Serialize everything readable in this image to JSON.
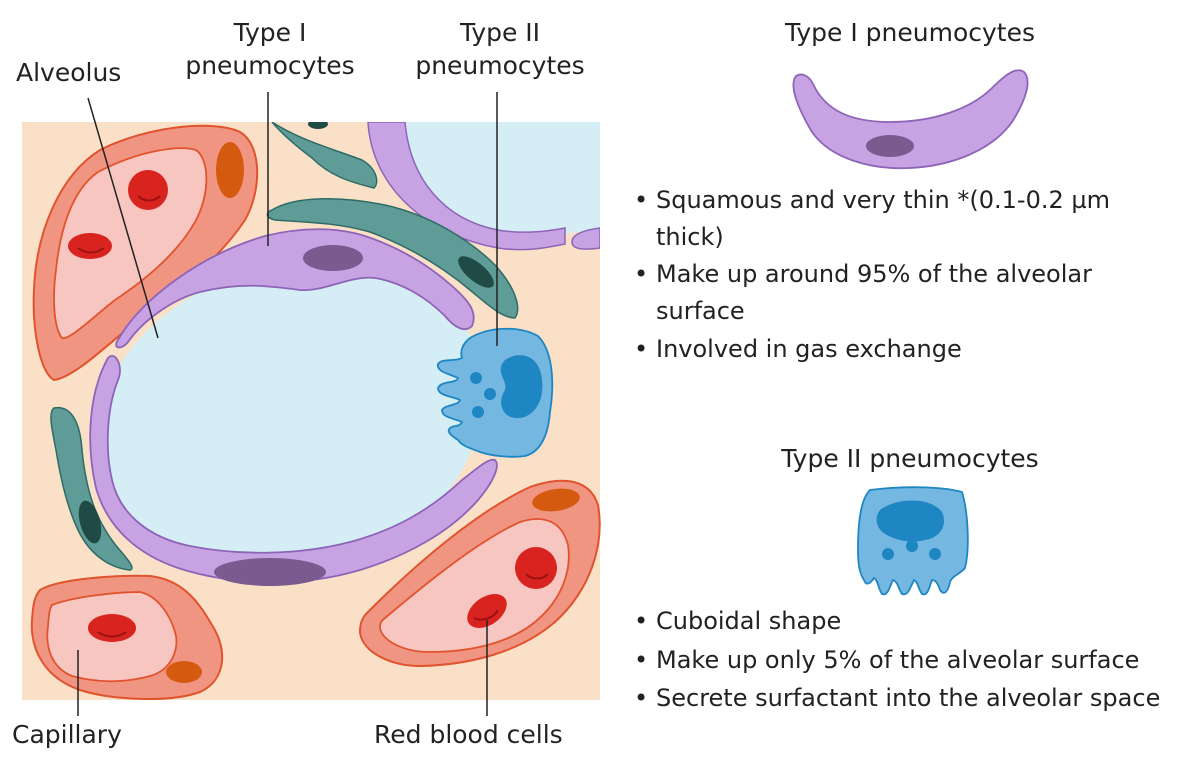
{
  "labels": {
    "alveolus": "Alveolus",
    "type1_line1": "Type I",
    "type1_line2": "pneumocytes",
    "type2_line1": "Type II",
    "type2_line2": "pneumocytes",
    "capillary": "Capillary",
    "red_blood_cells": "Red blood cells"
  },
  "type1_panel": {
    "title": "Type I pneumocytes",
    "bullets": [
      "Squamous and very thin *(0.1-0.2 µm thick)",
      "Make up around 95% of the alveolar surface",
      "Involved in gas exchange"
    ]
  },
  "type2_panel": {
    "title": "Type II pneumocytes",
    "bullets": [
      "Cuboidal shape",
      "Make up only 5% of the alveolar surface",
      "Secrete surfactant into the alveolar space"
    ]
  },
  "colors": {
    "background_tissue": "#fae0c7",
    "alveolar_space": "#d5eef5",
    "type1_cell": "#c7a3e3",
    "type1_nucleus": "#7a5a8f",
    "type2_cell": "#74b7e1",
    "type2_nucleus": "#1f86c4",
    "fibroblast": "#5f9c97",
    "fibroblast_nucleus": "#1f4a45",
    "capillary_wall": "#f19583",
    "capillary_lumen": "#f8c6c0",
    "red_blood_cell": "#d8231e",
    "endothelial_nucleus": "#d45a10"
  }
}
